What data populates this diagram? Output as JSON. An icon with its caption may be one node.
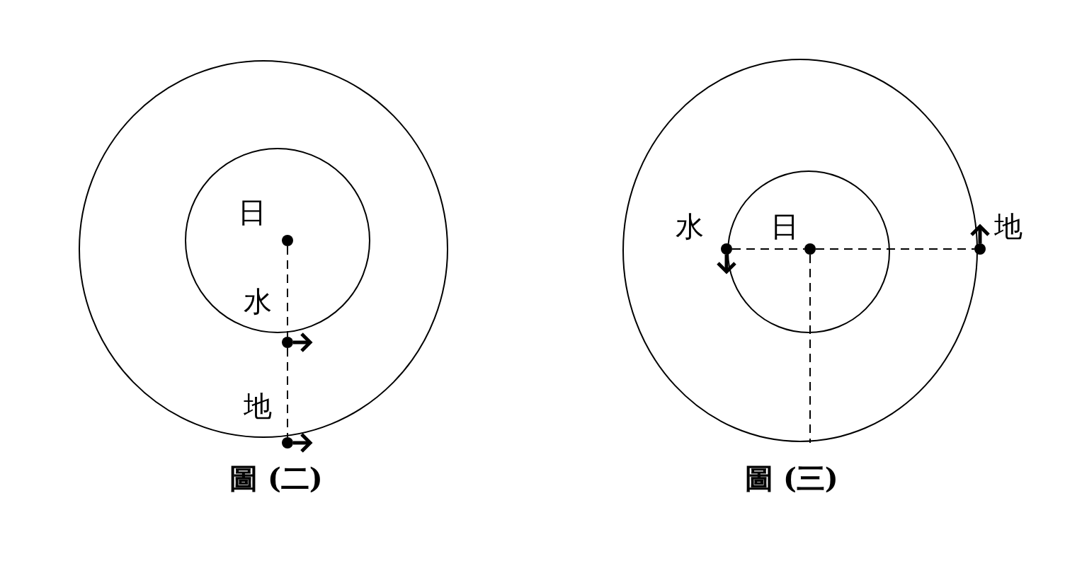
{
  "diagram": {
    "nodes": [
      {
        "text": [],
        "shape": "circle",
        "beside": [
          "日"
        ]
      },
      {
        "text": [],
        "shape": "circle",
        "beside": [
          "水"
        ]
      },
      {
        "text": [],
        "shape": "circle",
        "beside": [
          "地"
        ]
      },
      {
        "text": [],
        "shape": "circle",
        "beside": [
          "水"
        ]
      },
      {
        "text": [],
        "shape": "circle",
        "beside": [
          "日"
        ]
      },
      {
        "text": [],
        "shape": "circle",
        "beside": [
          "地"
        ]
      }
    ],
    "edges": [
      {
        "from": 0,
        "to": 1,
        "arrow": "none",
        "style": "dashed"
      },
      {
        "from": 1,
        "to": 2,
        "arrow": "none",
        "style": "dashed"
      },
      {
        "from": 3,
        "to": 4,
        "arrow": "none",
        "style": "dashed"
      },
      {
        "from": 4,
        "to": 5,
        "arrow": "none",
        "style": "dashed"
      },
      {
        "from": 4,
        "to": null,
        "arrow": "none",
        "style": "dashed"
      }
    ],
    "labels": [
      "圖 (二)",
      "圖 (三)"
    ]
  }
}
